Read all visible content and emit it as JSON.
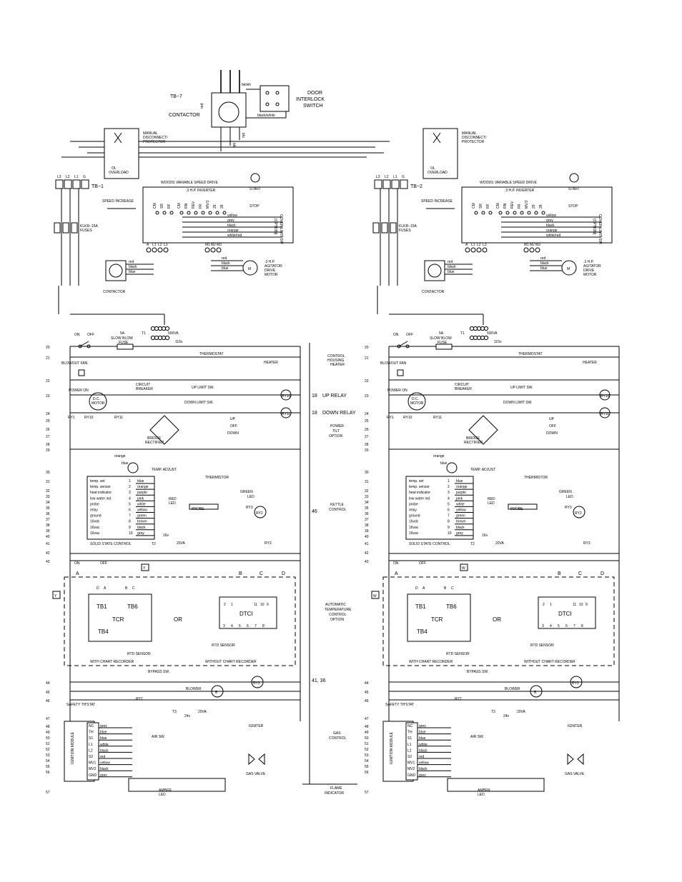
{
  "top": {
    "tb7": "TB−7",
    "contactor": "CONTACTOR",
    "door_switch": [
      "DOOR",
      "INTERLOCK",
      "SWITCH"
    ],
    "wire_bkwh": "bk/wh",
    "wire_blackwhite": "black/white",
    "wire_red": "red",
    "wire_blk": "blk",
    "wire_blu": "blu"
  },
  "sides": [
    {
      "id": "left",
      "tb": "TB−1",
      "tb_terms": [
        "L3",
        "L2",
        "L1",
        "G"
      ],
      "disconnect": [
        "MANUAL",
        "DISCONNECT/",
        "PROTECTOR"
      ],
      "overload": [
        "OL",
        "OVERLOAD"
      ],
      "woods": "WOODS VARIABLE SPEED DRIVE",
      "inverter": ".3 H.P. INVERTER",
      "speed": "SPEED INCREASE",
      "fuses": [
        "KLKR−15A",
        "FUSES"
      ],
      "start": "START",
      "stop": "STOP",
      "cover": [
        "COVER LIMIT SW.",
        "(OPTION)"
      ],
      "drive_terms": [
        "CM",
        "SR",
        "RF",
        "CM",
        "RN",
        "REV",
        "FR",
        "MV/J",
        "29",
        "28"
      ],
      "lterms": [
        "A",
        "L1",
        "L2",
        "L3"
      ],
      "mterms": [
        "M1",
        "M2",
        "M3"
      ],
      "motor": "M",
      "motor_label": [
        ".3 H.P.",
        "AGITATOR",
        "DRIVE",
        "MOTOR"
      ],
      "contactor": "CONTACTOR",
      "wires": [
        "yellow",
        "grey",
        "black",
        "orange",
        "white/red",
        "red",
        "black",
        "blue",
        "red",
        "black",
        "blue",
        "red"
      ],
      "t1": "T1",
      "t1_va": "500VA",
      "v115": "115v",
      "on": "ON",
      "off": "OFF",
      "fuse": [
        "5A",
        "SLOW BLOW",
        "FUSE"
      ],
      "thermostat": "THERMOSTAT",
      "heater": "HEATER",
      "blowout": "BLOWOUT FAN",
      "circuit_breaker": [
        "CIRCUIT",
        "BREAKER"
      ],
      "power_on": "POWER ON",
      "dc_motor": [
        "D.C.",
        "MOTOR"
      ],
      "up_limit": "UP LIMIT SW.",
      "down_limit": "DOWN LIMIT SW.",
      "ry1": "RY1",
      "ry10": "RY10",
      "ry11": "RY11",
      "updown": [
        "UP",
        "OFF",
        "DOWN"
      ],
      "bridge": [
        "BRIDGE",
        "RECTIFIER"
      ],
      "temp_adjust": "TEMP. ADJUST",
      "thermistor": "THERMISTOR",
      "orange": "orange",
      "blue": "blue",
      "ss_list": [
        "temp. set",
        "temp. sensor",
        "heat indicator",
        "low water ind.",
        "probe",
        "relay",
        "ground",
        "16vdc",
        "16vac",
        "16vac"
      ],
      "ss_nums": [
        "1",
        "2",
        "3",
        "4",
        "5",
        "6",
        "7",
        "8",
        "9",
        "10"
      ],
      "ss_colors": [
        "blue",
        "orange",
        "purple",
        "pink",
        "white",
        "yellow",
        "green",
        "brown",
        "black",
        "grey"
      ],
      "red_led": [
        "RED",
        "LED"
      ],
      "green_led": [
        "GREEN",
        "LED"
      ],
      "probe": "PROBE",
      "ry2": "RY2",
      "ry3": "RY3",
      "v16": "16v",
      "ssc": "SOLID STATE CONTROL",
      "t2": "T2",
      "va20": "20VA",
      "box_letter": "Y",
      "tb1": "TB1",
      "tb6": "TB6",
      "tb4": "TB4",
      "tcr": "TCR",
      "or": "OR",
      "dtci": "DTCI",
      "rtd": "RTD SENSOR",
      "with_chart": "WITH CHART RECORDER",
      "without_chart": "WITHOUT CHART RECORDER",
      "bypass": "BYPASS SW.",
      "blower": "BLOWER",
      "blower_b": "B",
      "safety": "SAFETY TH'STAT",
      "t3": "T3",
      "igniter": "IGNITER",
      "air_sw": "AIR SW.",
      "ignition": "IGNITION MODULE",
      "ign_terms": [
        "NC",
        "TH",
        "S1",
        "L1",
        "L2",
        "S2",
        "MV1",
        "MV2",
        "GND"
      ],
      "ign_colors": [
        "grey",
        "blue",
        "blue",
        "white",
        "black",
        "red",
        "yellow",
        "black",
        "grey"
      ],
      "gas_valve": "GAS VALVE",
      "amber": [
        "AMBER",
        "LED"
      ],
      "v24": "24v",
      "dtci_terms": [
        "2",
        "1",
        "11",
        "10",
        "9"
      ],
      "dtci_terms2": [
        "3",
        "4",
        "5",
        "6",
        "7",
        "8"
      ],
      "letters": [
        "A",
        "D",
        "A",
        "B",
        "C",
        "B",
        "C",
        "D"
      ]
    },
    {
      "id": "right",
      "tb": "TB−2",
      "tb_terms": [
        "L3",
        "L2",
        "L1",
        "G"
      ],
      "disconnect": [
        "MANUAL",
        "DISCONNECT/",
        "PROTECTOR"
      ],
      "overload": [
        "OL",
        "OVERLOAD"
      ],
      "woods": "WOODS VARIABLE SPEED DRIVE",
      "inverter": ".3 H.P. INVERTER",
      "speed": "SPEED INCREASE",
      "fuses": [
        "KLKR−15A",
        "FUSES"
      ],
      "start": "START",
      "stop": "STOP",
      "cover": [
        "COVER LIMIT SW.",
        "(OPTION)"
      ],
      "drive_terms": [
        "CM",
        "SR",
        "RF",
        "CM",
        "RN",
        "REV",
        "FR",
        "MV/J",
        "29",
        "28"
      ],
      "lterms": [
        "A",
        "L1",
        "L2",
        "L3"
      ],
      "mterms": [
        "M1",
        "M2",
        "M3"
      ],
      "motor": "M",
      "motor_label": [
        ".3 H.P.",
        "AGITATOR",
        "DRIVE",
        "MOTOR"
      ],
      "contactor": "CONTACTOR",
      "wires": [
        "yellow",
        "grey",
        "black",
        "orange",
        "white/red",
        "red",
        "black",
        "blue",
        "red",
        "black",
        "blue",
        "red"
      ],
      "t1": "T1",
      "t1_va": "500VA",
      "v115": "115v",
      "on": "ON",
      "off": "OFF",
      "fuse": [
        "5A",
        "SLOW BLOW",
        "FUSE"
      ],
      "thermostat": "THERMOSTAT",
      "heater": "HEATER",
      "blowout": "BLOWOUT FAN",
      "circuit_breaker": [
        "CIRCUIT",
        "BREAKER"
      ],
      "power_on": "POWER ON",
      "dc_motor": [
        "D.C.",
        "MOTOR"
      ],
      "up_limit": "UP LIMIT SW.",
      "down_limit": "DOWN LIMIT SW.",
      "ry1": "RY1",
      "ry10": "RY10",
      "ry11": "RY11",
      "updown": [
        "UP",
        "OFF",
        "DOWN"
      ],
      "bridge": [
        "BRIDGE",
        "RECTIFIER"
      ],
      "temp_adjust": "TEMP. ADJUST",
      "thermistor": "THERMISTOR",
      "orange": "orange",
      "blue": "blue",
      "ss_list": [
        "temp. set",
        "temp. sensor",
        "heat indicator",
        "low water ind.",
        "probe",
        "relay",
        "ground",
        "16vdc",
        "16vac",
        "16vac"
      ],
      "ss_nums": [
        "1",
        "2",
        "3",
        "4",
        "5",
        "6",
        "7",
        "8",
        "9",
        "10"
      ],
      "ss_colors": [
        "blue",
        "orange",
        "purple",
        "pink",
        "white",
        "yellow",
        "green",
        "brown",
        "black",
        "grey"
      ],
      "red_led": [
        "RED",
        "LED"
      ],
      "green_led": [
        "GREEN",
        "LED"
      ],
      "probe": "PROBE",
      "ry2": "RY2",
      "ry3": "RY3",
      "v16": "16v",
      "ssc": "SOLID STATE CONTROL",
      "t2": "T2",
      "va20": "20VA",
      "box_letter": "W",
      "tb1": "TB1",
      "tb6": "TB6",
      "tb4": "TB4",
      "tcr": "TCR",
      "or": "OR",
      "dtci": "DTCI",
      "rtd": "RTD SENSOR",
      "with_chart": "WITH CHART RECORDER",
      "without_chart": "WITHOUT CHART RECORDER",
      "bypass": "BYPASS SW.",
      "blower": "BLOWER",
      "blower_b": "B",
      "safety": "SAFETY TH'STAT",
      "t3": "T3",
      "igniter": "IGNITER",
      "air_sw": "AIR SW.",
      "ignition": "IGNITION MODULE",
      "ign_terms": [
        "NC",
        "TH",
        "S1",
        "L1",
        "L2",
        "S2",
        "MV1",
        "MV2",
        "GND"
      ],
      "ign_colors": [
        "grey",
        "blue",
        "blue",
        "white",
        "black",
        "red",
        "yellow",
        "black",
        "grey"
      ],
      "gas_valve": "GAS VALVE",
      "amber": [
        "AMBER",
        "LED"
      ],
      "v24": "24v",
      "dtci_terms": [
        "2",
        "1",
        "11",
        "10",
        "9"
      ],
      "dtci_terms2": [
        "3",
        "4",
        "5",
        "6",
        "7",
        "8"
      ],
      "letters": [
        "A",
        "D",
        "A",
        "B",
        "C",
        "B",
        "C",
        "D"
      ]
    }
  ],
  "line_numbers": [
    {
      "n": "20",
      "row": 0
    },
    {
      "n": "21",
      "row": 1
    },
    {
      "n": "22",
      "row": 2
    },
    {
      "n": "23",
      "row": 3
    },
    {
      "n": "24",
      "row": 4
    },
    {
      "n": "25",
      "row": 5
    },
    {
      "n": "26",
      "row": 6
    },
    {
      "n": "27",
      "row": 7
    },
    {
      "n": "28",
      "row": 8
    },
    {
      "n": "29",
      "row": 9
    },
    {
      "n": "30",
      "row": 10
    },
    {
      "n": "31",
      "row": 11
    },
    {
      "n": "32",
      "row": 12
    },
    {
      "n": "33",
      "row": 13
    },
    {
      "n": "34",
      "row": 14
    },
    {
      "n": "35",
      "row": 15
    },
    {
      "n": "36",
      "row": 16
    },
    {
      "n": "37",
      "row": 17
    },
    {
      "n": "38",
      "row": 18
    },
    {
      "n": "39",
      "row": 19
    },
    {
      "n": "40",
      "row": 20
    },
    {
      "n": "41",
      "row": 21
    },
    {
      "n": "42",
      "row": 22
    },
    {
      "n": "43",
      "row": 23
    },
    {
      "n": "44",
      "row": 24
    },
    {
      "n": "45",
      "row": 25
    },
    {
      "n": "46",
      "row": 26
    },
    {
      "n": "47",
      "row": 27
    },
    {
      "n": "48",
      "row": 28
    },
    {
      "n": "49",
      "row": 29
    },
    {
      "n": "50",
      "row": 30
    },
    {
      "n": "51",
      "row": 31
    },
    {
      "n": "52",
      "row": 32
    },
    {
      "n": "53",
      "row": 33
    },
    {
      "n": "54",
      "row": 34
    },
    {
      "n": "55",
      "row": 35
    },
    {
      "n": "56",
      "row": 36
    },
    {
      "n": "57",
      "row": 37
    }
  ],
  "center": {
    "control_housing": [
      "CONTROL",
      "HOUSING",
      "HEATER"
    ],
    "up_relay": "UP RELAY",
    "down_relay": "DOWN RELAY",
    "n18a": "18",
    "n18b": "18",
    "power_tilt": [
      "POWER",
      "TILT",
      "OPTION"
    ],
    "kettle_control": [
      "KETTLE",
      "CONTROL"
    ],
    "n46": "46",
    "atc": [
      "AUTOMATIC",
      "TEMPERATURE",
      "CONTROL",
      "OPTION"
    ],
    "n4136": "41, 36",
    "gas_control": [
      "GAS",
      "CONTROL"
    ],
    "flame": [
      "FLAME",
      "INDICATOR"
    ]
  }
}
